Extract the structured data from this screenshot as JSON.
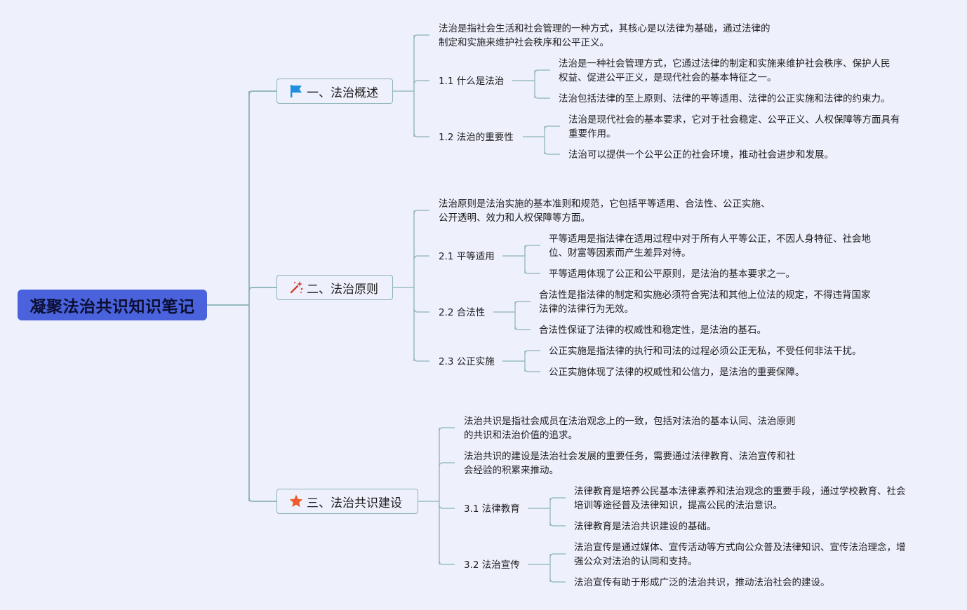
{
  "root": {
    "title": "凝聚法治共识知识笔记"
  },
  "branches": [
    {
      "label": "一、法治概述",
      "icon": "flag-icon",
      "intro": [
        "法治是指社会生活和社会管理的一种方式，其核心是以法律为基础，通过法律的",
        "制定和实施来维护社会秩序和公平正义。"
      ],
      "subs": [
        {
          "label": "1.1 什么是法治",
          "items": [
            [
              "法治是一种社会管理方式，它通过法律的制定和实施来维护社会秩序、保护人民",
              "权益、促进公平正义，是现代社会的基本特征之一。"
            ],
            [
              "法治包括法律的至上原则、法律的平等适用、法律的公正实施和法律的约束力。"
            ]
          ]
        },
        {
          "label": "1.2 法治的重要性",
          "items": [
            [
              "法治是现代社会的基本要求，它对于社会稳定、公平正义、人权保障等方面具有",
              "重要作用。"
            ],
            [
              "法治可以提供一个公平公正的社会环境，推动社会进步和发展。"
            ]
          ]
        }
      ]
    },
    {
      "label": "二、法治原则",
      "icon": "magic-wand-icon",
      "intro": [
        "法治原则是法治实施的基本准则和规范，它包括平等适用、合法性、公正实施、",
        "公开透明、效力和人权保障等方面。"
      ],
      "subs": [
        {
          "label": "2.1 平等适用",
          "items": [
            [
              "平等适用是指法律在适用过程中对于所有人平等公正，不因人身特征、社会地",
              "位、财富等因素而产生差异对待。"
            ],
            [
              "平等适用体现了公正和公平原则，是法治的基本要求之一。"
            ]
          ]
        },
        {
          "label": "2.2 合法性",
          "items": [
            [
              "合法性是指法律的制定和实施必须符合宪法和其他上位法的规定，不得违背国家",
              "法律的法律行为无效。"
            ],
            [
              "合法性保证了法律的权威性和稳定性，是法治的基石。"
            ]
          ]
        },
        {
          "label": "2.3 公正实施",
          "items": [
            [
              "公正实施是指法律的执行和司法的过程必须公正无私，不受任何非法干扰。"
            ],
            [
              "公正实施体现了法律的权威性和公信力，是法治的重要保障。"
            ]
          ]
        }
      ]
    },
    {
      "label": "三、法治共识建设",
      "icon": "star-icon",
      "intro": [
        "法治共识是指社会成员在法治观念上的一致，包括对法治的基本认同、法治原则",
        "的共识和法治价值的追求。"
      ],
      "intro2": [
        "法治共识的建设是法治社会发展的重要任务，需要通过法律教育、法治宣传和社",
        "会经验的积累来推动。"
      ],
      "subs": [
        {
          "label": "3.1 法律教育",
          "items": [
            [
              "法律教育是培养公民基本法律素养和法治观念的重要手段，通过学校教育、社会",
              "培训等途径普及法律知识，提高公民的法治意识。"
            ],
            [
              "法律教育是法治共识建设的基础。"
            ]
          ]
        },
        {
          "label": "3.2 法治宣传",
          "items": [
            [
              "法治宣传是通过媒体、宣传活动等方式向公众普及法律知识、宣传法治理念，增",
              "强公众对法治的认同和支持。"
            ],
            [
              "法治宣传有助于形成广泛的法治共识，推动法治社会的建设。"
            ]
          ]
        }
      ]
    }
  ],
  "colors": {
    "background": "#eef0fc",
    "root": "#4a63dd",
    "line": "#8bb3b8",
    "flag": "#1f8fe0",
    "wand": "#d63d2e",
    "star": "#ee5a2a"
  }
}
